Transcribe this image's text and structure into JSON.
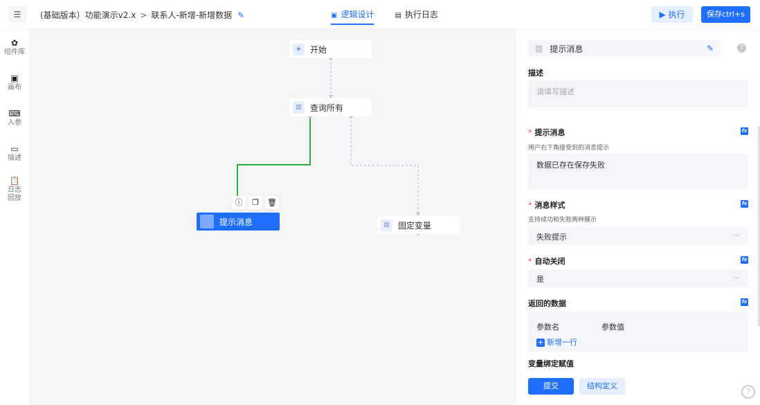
{
  "header": {
    "menu_icon": "list-icon",
    "breadcrumb": [
      "(基础版本）功能演示v2.x",
      "联系人-新增-新增数据"
    ],
    "breadcrumb_sep": ">",
    "tabs": [
      {
        "label": "逻辑设计",
        "active": true
      },
      {
        "label": "执行日志",
        "active": false
      }
    ],
    "run_label": "执行",
    "save_label": "保存ctrl+s"
  },
  "sidebar": {
    "items": [
      {
        "label": "组件库",
        "icon": "puzzle-icon"
      },
      {
        "label": "画布",
        "icon": "canvas-icon"
      },
      {
        "label": "入参",
        "icon": "code-icon"
      },
      {
        "label": "描述",
        "icon": "text-icon"
      },
      {
        "label": "日志回放",
        "icon": "clipboard-icon"
      }
    ]
  },
  "canvas": {
    "nodes": [
      {
        "label": "开始"
      },
      {
        "label": "查询所有"
      },
      {
        "label": "提示消息",
        "selected": true
      },
      {
        "label": "固定变量"
      }
    ],
    "node_tools": [
      "info-icon",
      "copy-icon",
      "delete-icon"
    ],
    "colors": {
      "active_edge": "#2bb03a",
      "selected_node": "#1f6fff"
    }
  },
  "panel": {
    "title": "提示消息",
    "desc_label": "描述",
    "desc_placeholder": "请填写描述",
    "message_label": "提示消息",
    "message_hint": "用户右下角接受到的消息提示",
    "message_value": "数据已存在保存失败",
    "style_label": "消息样式",
    "style_hint": "支持成功和失败两种展示",
    "style_value": "失败提示",
    "autoclose_label": "自动关闭",
    "autoclose_value": "是",
    "return_label": "返回的数据",
    "param_name_col": "参数名",
    "param_value_col": "参数值",
    "add_row_label": "新增一行",
    "var_binding_label": "变量绑定赋值",
    "fx_label": "fx",
    "submit_label": "提交",
    "struct_label": "结构定义"
  }
}
